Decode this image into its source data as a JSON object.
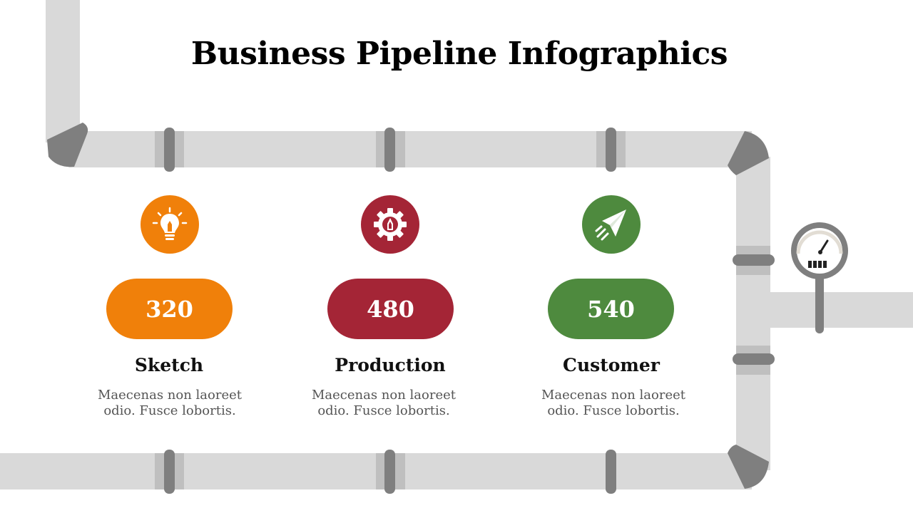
{
  "title": "Business Pipeline Infographics",
  "stages": [
    {
      "name": "Sketch",
      "value": "320",
      "description": "Maecenas non laoreet odio. Fusce lobortis.",
      "color": "#F0800A",
      "icon": "lightbulb-icon"
    },
    {
      "name": "Production",
      "value": "480",
      "description": "Maecenas non laoreet odio. Fusce lobortis.",
      "color": "#A42536",
      "icon": "gear-pencil-icon"
    },
    {
      "name": "Customer",
      "value": "540",
      "description": "Maecenas non laoreet odio. Fusce lobortis.",
      "color": "#4E8A3E",
      "icon": "paper-plane-icon"
    }
  ],
  "pipe_color": "#D9D9D9",
  "joint_color": "#7F7F7F",
  "gauge_icon": "pressure-gauge-icon"
}
